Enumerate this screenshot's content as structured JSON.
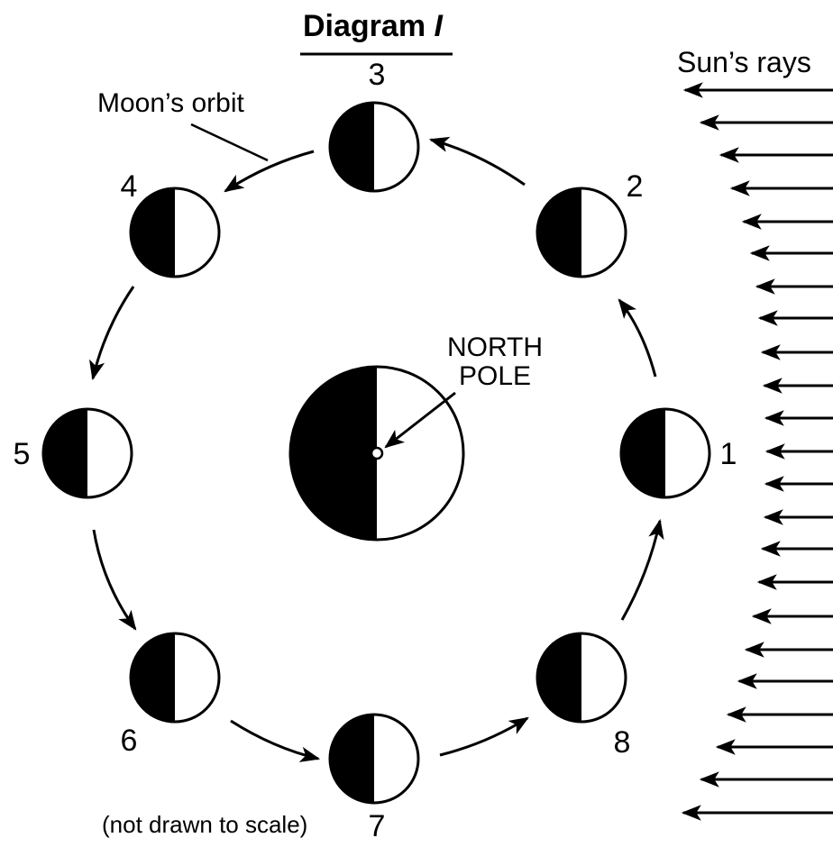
{
  "title": "Diagram I",
  "title_main": "Diagram ",
  "title_numeral": "I",
  "orbit_label": "Moon’s orbit",
  "sun_rays_label": "Sun’s rays",
  "north_pole_line1": "NORTH",
  "north_pole_line2": "POLE",
  "scale_note": "(not drawn to scale)",
  "moon_positions": [
    "1",
    "2",
    "3",
    "4",
    "5",
    "6",
    "7",
    "8"
  ],
  "colors": {
    "dark": "#000000",
    "light": "#ffffff"
  }
}
